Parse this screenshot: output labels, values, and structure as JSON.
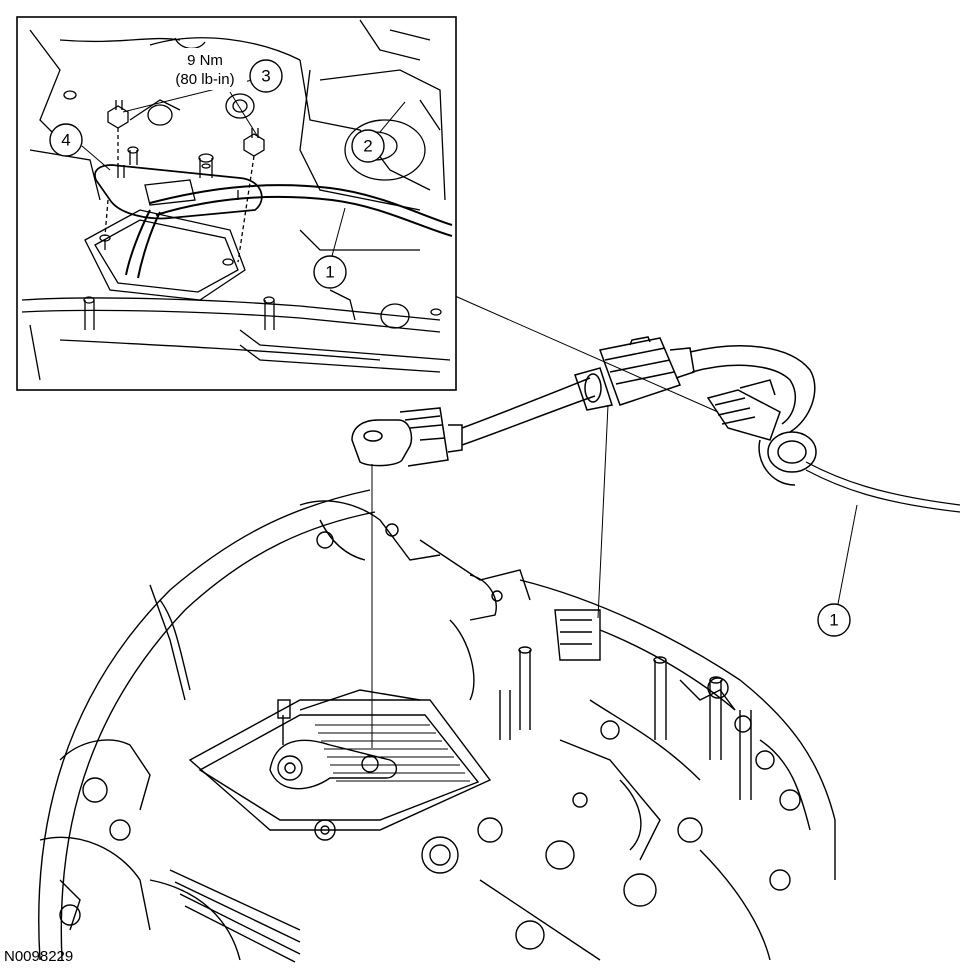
{
  "figure_id": "N0098229",
  "torque": {
    "line1": "9 Nm",
    "line2": "(80 lb-in)"
  },
  "callouts": {
    "c1_inset": "1",
    "c1_main": "1",
    "c2": "2",
    "c3": "3",
    "c4": "4"
  }
}
